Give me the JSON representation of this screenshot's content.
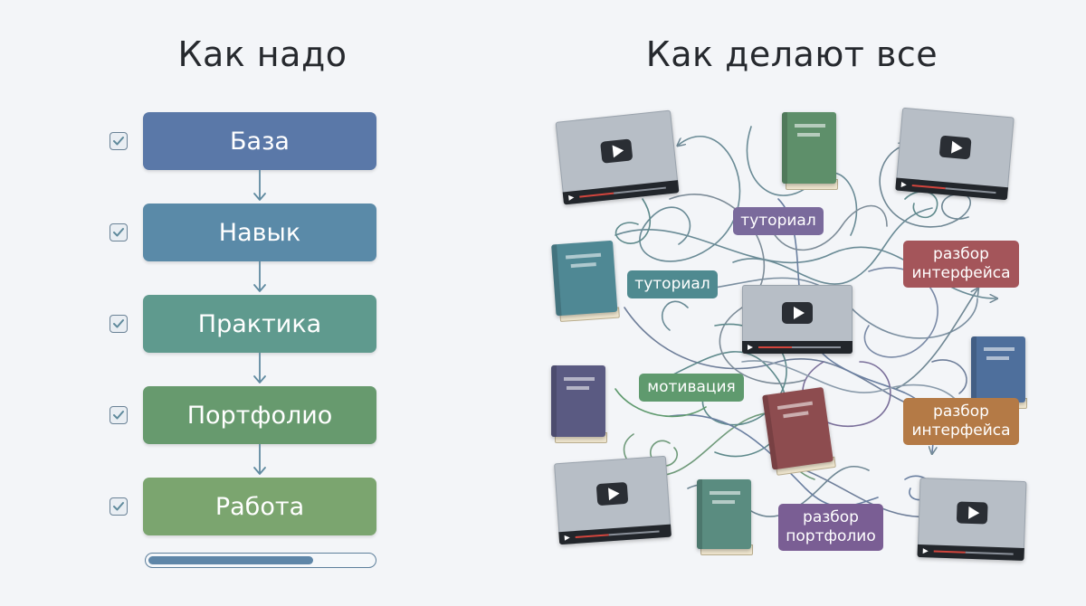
{
  "left": {
    "title": "Как надо",
    "steps": [
      {
        "label": "База",
        "color": "#5a78a8"
      },
      {
        "label": "Навык",
        "color": "#5a8aa8"
      },
      {
        "label": "Практика",
        "color": "#5f9a8e"
      },
      {
        "label": "Портфолио",
        "color": "#679a6e"
      },
      {
        "label": "Работа",
        "color": "#7ba56f"
      }
    ],
    "progress": 0.75
  },
  "right": {
    "title": "Как делают все",
    "tags": [
      {
        "label": "туториал",
        "color": "#7a6a9c"
      },
      {
        "label": "туториал",
        "color": "#4f8a90"
      },
      {
        "label": "разбор интерфейса",
        "color": "#a4555a"
      },
      {
        "label": "мотивация",
        "color": "#5f9a6e"
      },
      {
        "label": "разбор интерфейса",
        "color": "#b47a46"
      },
      {
        "label": "разбор портфолио",
        "color": "#7a5e94"
      }
    ],
    "icons": [
      "video-icon",
      "book-icon",
      "video-icon",
      "book-icon",
      "video-icon",
      "book-icon",
      "book-icon",
      "book-icon",
      "video-icon",
      "book-icon",
      "video-icon"
    ]
  }
}
